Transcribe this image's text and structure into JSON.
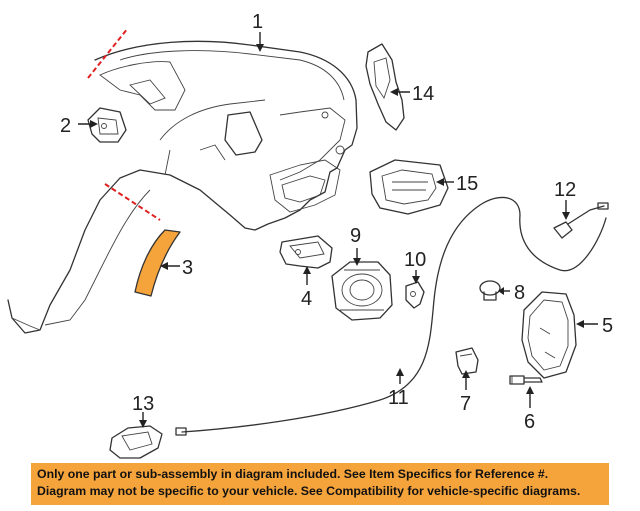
{
  "diagram": {
    "callouts": [
      {
        "id": "c1",
        "label": "1"
      },
      {
        "id": "c2",
        "label": "2"
      },
      {
        "id": "c3",
        "label": "3"
      },
      {
        "id": "c4",
        "label": "4"
      },
      {
        "id": "c5",
        "label": "5"
      },
      {
        "id": "c6",
        "label": "6"
      },
      {
        "id": "c7",
        "label": "7"
      },
      {
        "id": "c8",
        "label": "8"
      },
      {
        "id": "c9",
        "label": "9"
      },
      {
        "id": "c10",
        "label": "10"
      },
      {
        "id": "c11",
        "label": "11"
      },
      {
        "id": "c12",
        "label": "12"
      },
      {
        "id": "c13",
        "label": "13"
      },
      {
        "id": "c14",
        "label": "14"
      },
      {
        "id": "c15",
        "label": "15"
      }
    ],
    "colors": {
      "highlight_part": "#f5a33b",
      "cut_lines": "#e02020",
      "line_art": "#333333"
    }
  },
  "notice": {
    "line1": "Only one part or sub-assembly in diagram included. See Item Specifics for Reference #.",
    "line2": "Diagram may not be specific to your vehicle. See Compatibility for vehicle-specific diagrams.",
    "background": "#f5a33b"
  }
}
